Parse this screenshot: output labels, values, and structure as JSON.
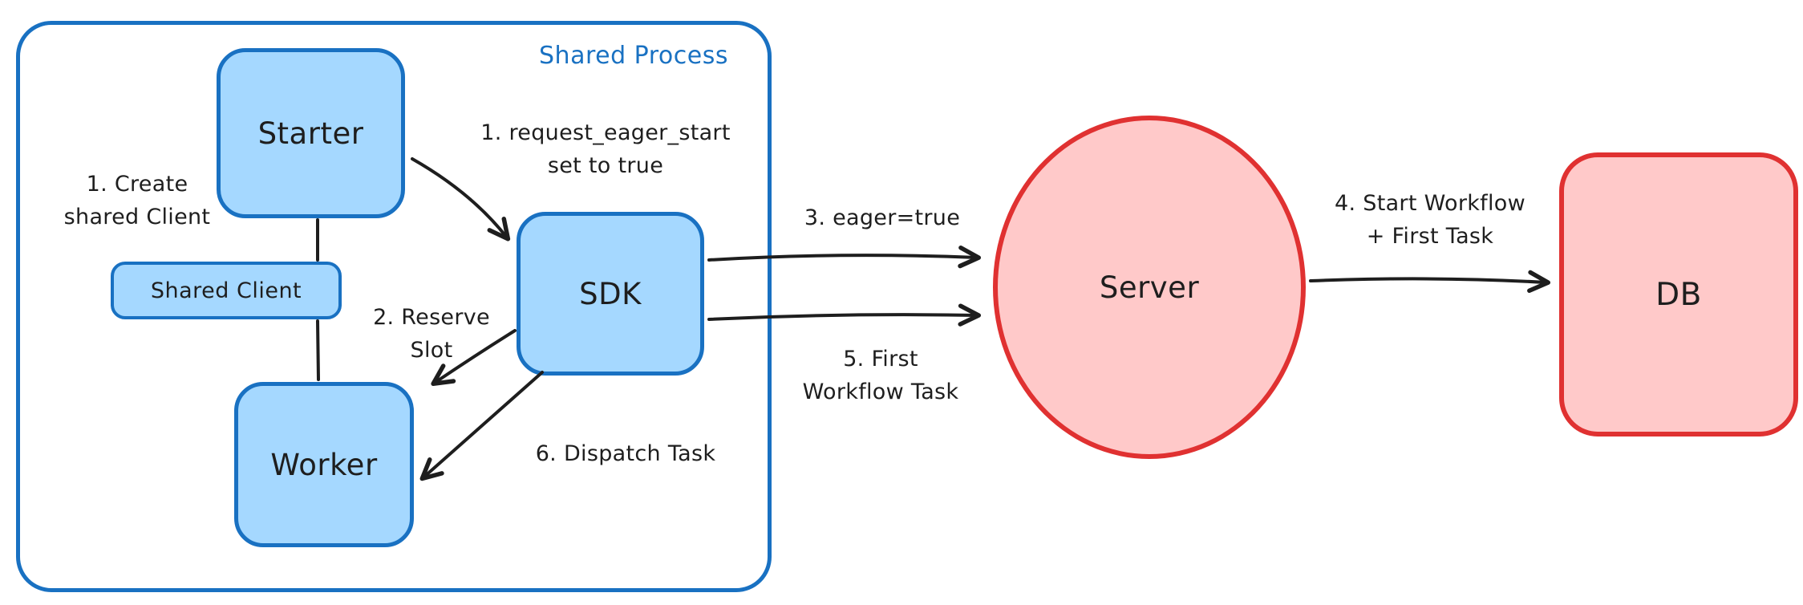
{
  "diagram": {
    "shared_process": {
      "label": "Shared Process"
    },
    "nodes": {
      "starter": {
        "label": "Starter"
      },
      "shared_client": {
        "label": "Shared Client"
      },
      "worker": {
        "label": "Worker"
      },
      "sdk": {
        "label": "SDK"
      },
      "server": {
        "label": "Server"
      },
      "db": {
        "label": "DB"
      }
    },
    "annotations": {
      "create_shared_client": {
        "line1": "1. Create",
        "line2": "shared Client"
      },
      "request_eager_start": {
        "line1": "1. request_eager_start",
        "line2": "set to true"
      },
      "reserve_slot": {
        "line1": "2. Reserve",
        "line2": "Slot"
      },
      "dispatch_task": {
        "label": "6. Dispatch Task"
      },
      "eager_true": {
        "label": "3. eager=true"
      },
      "first_workflow_task": {
        "line1": "5. First",
        "line2": "Workflow Task"
      },
      "start_workflow": {
        "line1": "4. Start Workflow",
        "line2": "+ First Task"
      }
    },
    "colors": {
      "blue_stroke": "#1971c2",
      "blue_fill": "#a5d8ff",
      "red_stroke": "#e03131",
      "red_fill": "#ffc9c9",
      "text": "#1e1e1e"
    }
  }
}
